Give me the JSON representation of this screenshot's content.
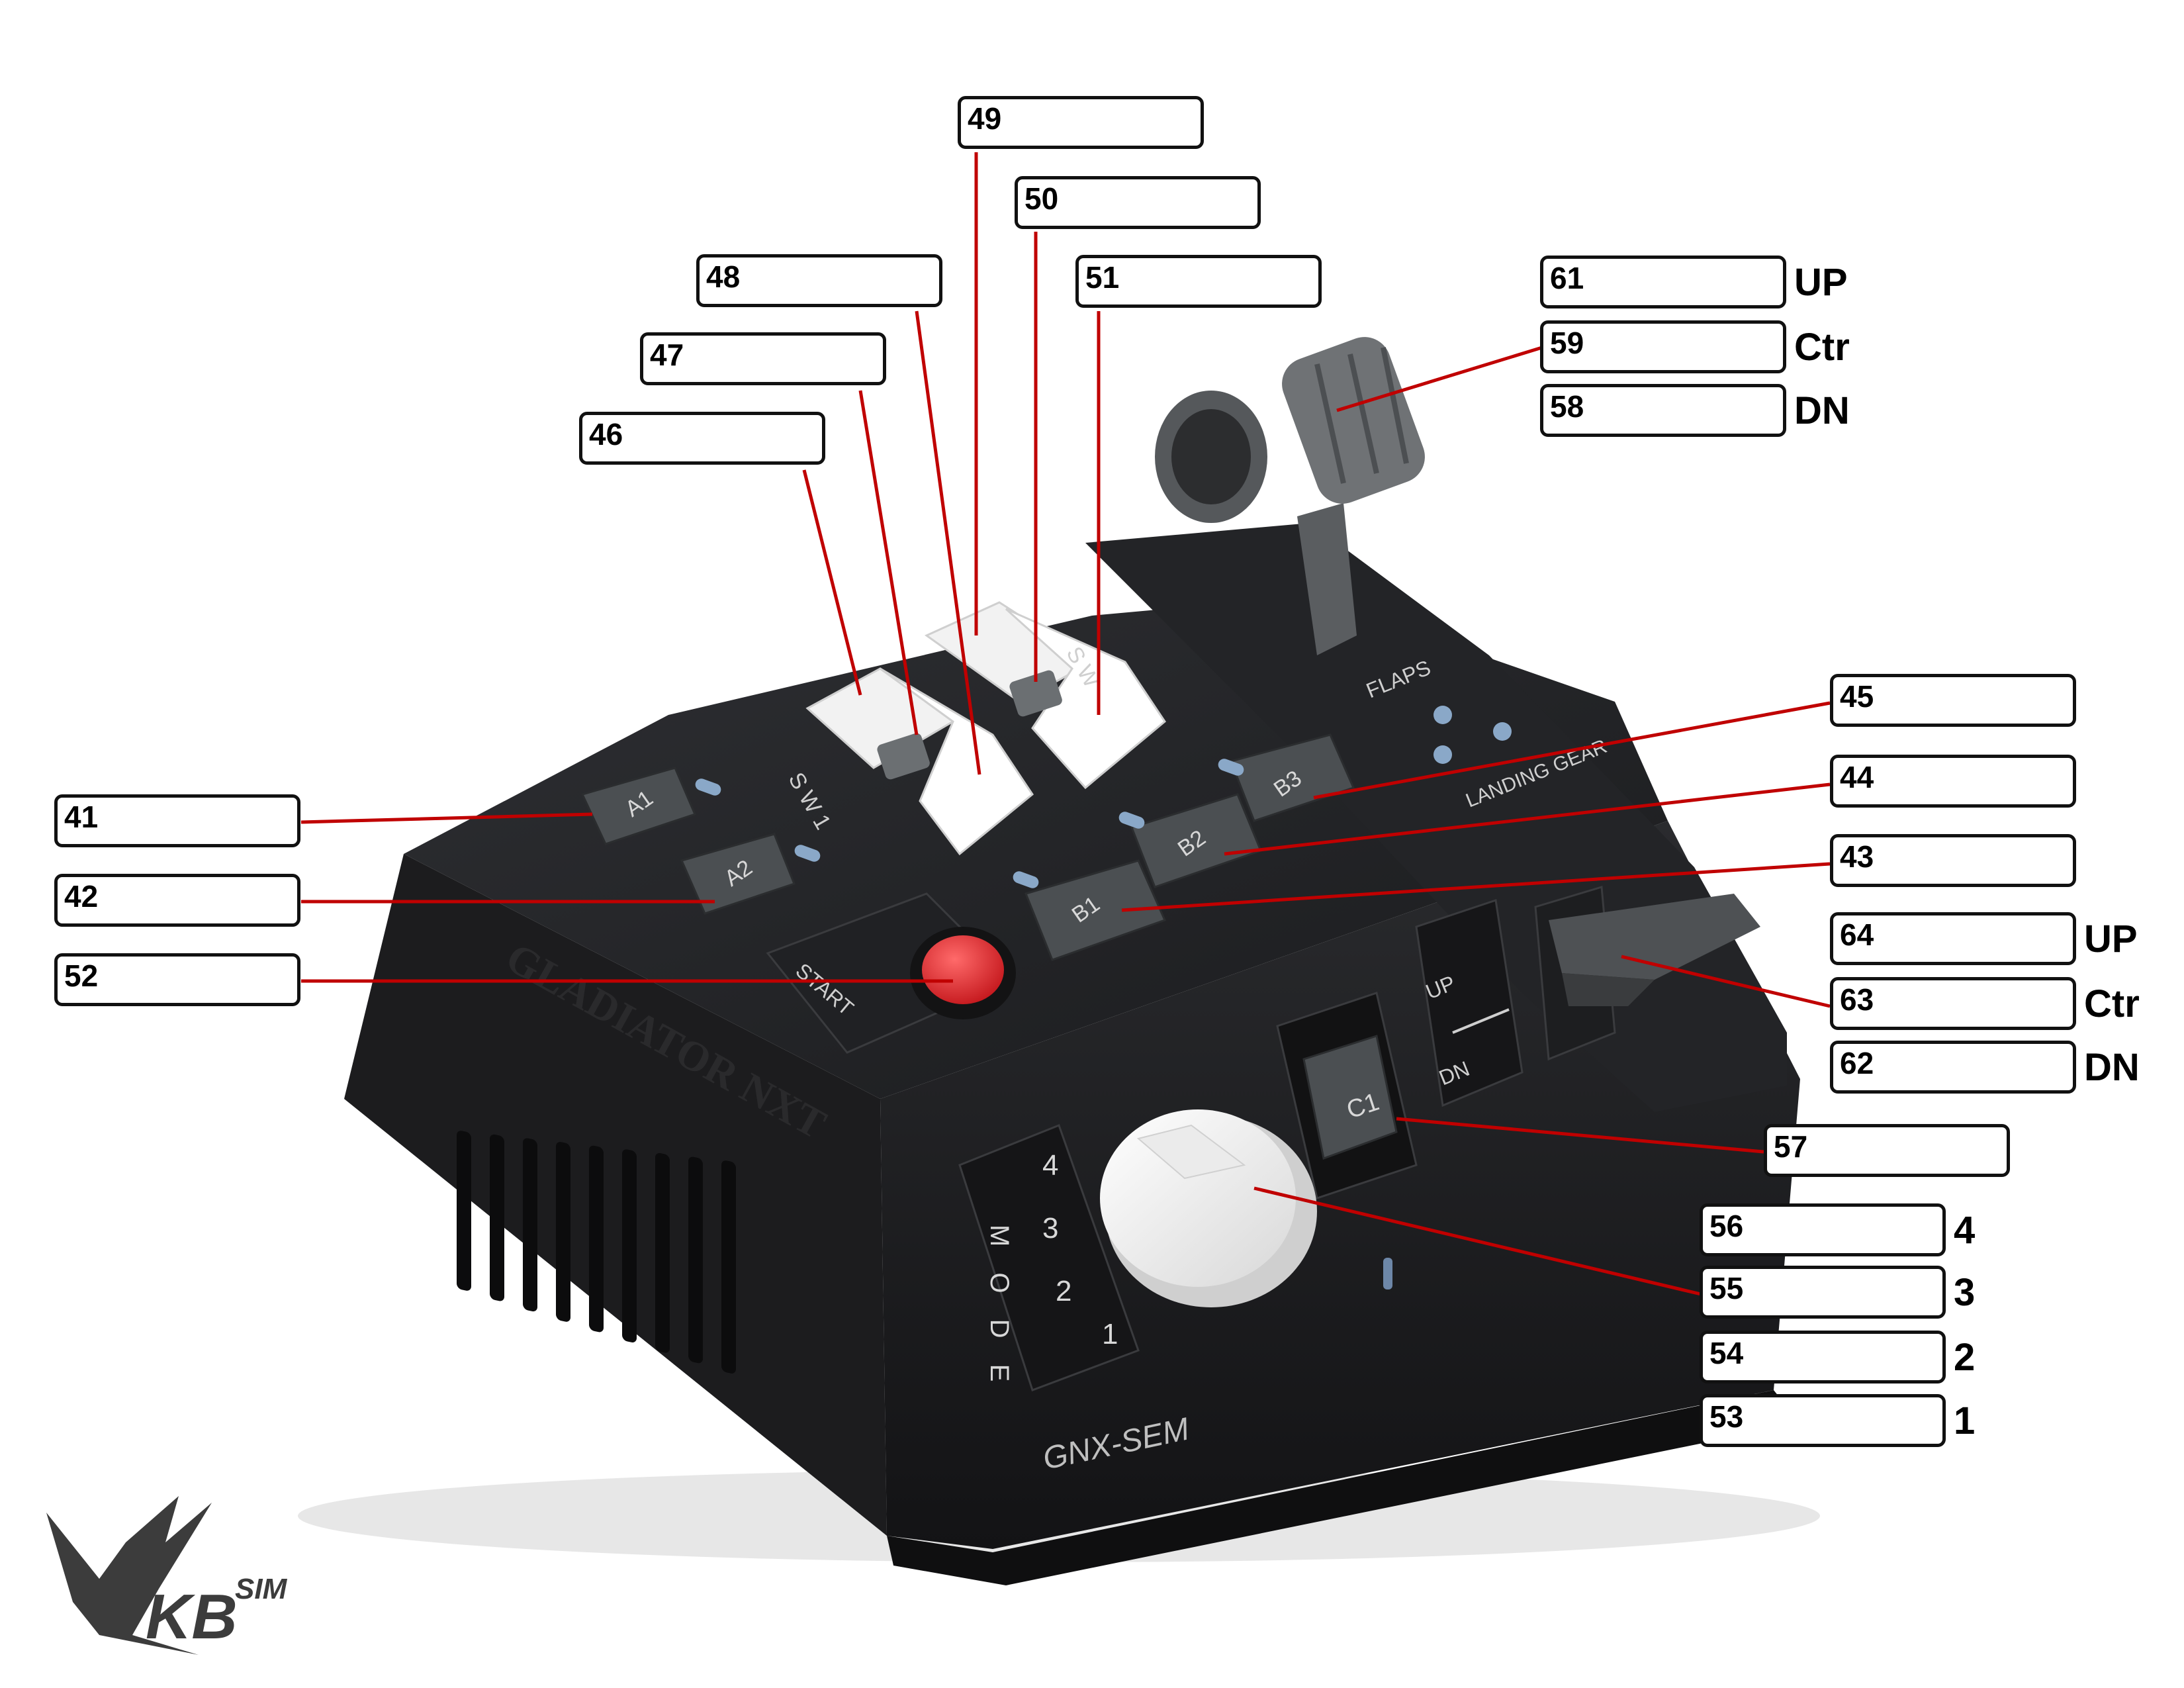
{
  "device": {
    "brand_text": "GLADIATOR NXT",
    "model_text": "GNX-SEM",
    "panel_labels": {
      "sw1": "S W 1",
      "sw2": "S W",
      "start": "START",
      "flaps": "FLAPS",
      "landing_gear": "LANDING GEAR",
      "mode": "M O D E",
      "up": "UP",
      "dn": "DN"
    },
    "buttons": [
      "A1",
      "A2",
      "B1",
      "B2",
      "B3",
      "C1"
    ],
    "mode_positions": [
      "4",
      "3",
      "2",
      "1"
    ]
  },
  "callouts": [
    {
      "id": "41",
      "side": ""
    },
    {
      "id": "42",
      "side": ""
    },
    {
      "id": "52",
      "side": ""
    },
    {
      "id": "46",
      "side": ""
    },
    {
      "id": "47",
      "side": ""
    },
    {
      "id": "48",
      "side": ""
    },
    {
      "id": "49",
      "side": ""
    },
    {
      "id": "50",
      "side": ""
    },
    {
      "id": "51",
      "side": ""
    },
    {
      "id": "61",
      "side": "UP"
    },
    {
      "id": "59",
      "side": "Ctr"
    },
    {
      "id": "58",
      "side": "DN"
    },
    {
      "id": "45",
      "side": ""
    },
    {
      "id": "44",
      "side": ""
    },
    {
      "id": "43",
      "side": ""
    },
    {
      "id": "64",
      "side": "UP"
    },
    {
      "id": "63",
      "side": "Ctr"
    },
    {
      "id": "62",
      "side": "DN"
    },
    {
      "id": "57",
      "side": ""
    },
    {
      "id": "56",
      "side": "4"
    },
    {
      "id": "55",
      "side": "3"
    },
    {
      "id": "54",
      "side": "2"
    },
    {
      "id": "53",
      "side": "1"
    }
  ],
  "logo": {
    "text": "KB",
    "sup": "SIM"
  },
  "colors": {
    "leader": "#c00000",
    "body": "#1b1b1d",
    "button": "#505457",
    "start": "#e0262b",
    "accent_led": "#8aa8c8"
  }
}
